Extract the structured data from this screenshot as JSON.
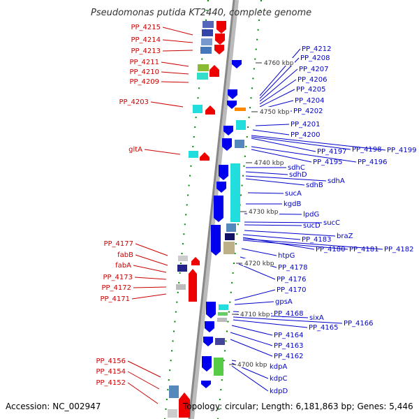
{
  "title": "Pseudomonas putida KT2440, complete genome",
  "footer": {
    "accession": "Accession: NC_002947",
    "topology": "Topology: circular; Length: 6,181,863 bp; Genes: 5,446"
  },
  "colors": {
    "left_label": "#cc0000",
    "right_label": "#0000cc",
    "backbone": "#888888",
    "forward_strand_arrow": "#0000ee",
    "reverse_strand_arrow": "#ee0000",
    "tick": "#008800"
  },
  "kbp_markers": [
    "4760 kbp",
    "4750 kbp",
    "4740 kbp",
    "4730 kbp",
    "4720 kbp",
    "4710 kbp",
    "4700 kbp"
  ],
  "left_labels": [
    "PP_4215",
    "PP_4214",
    "PP_4213",
    "PP_4211",
    "PP_4210",
    "PP_4209",
    "PP_4203",
    "gltA",
    "PP_4177",
    "fabB",
    "fabA",
    "PP_4173",
    "PP_4172",
    "PP_4171",
    "PP_4156",
    "PP_4154",
    "PP_4152"
  ],
  "right_labels": [
    "PP_4212",
    "PP_4208",
    "PP_4207",
    "PP_4206",
    "PP_4205",
    "PP_4204",
    "PP_4202",
    "PP_4201",
    "PP_4200",
    "PP_4197",
    "PP_4198",
    "PP_4199",
    "PP_4195",
    "PP_4196",
    "sdhC",
    "sdhD",
    "sdhA",
    "sdhB",
    "sucA",
    "kgdB",
    "lpdG",
    "sucC",
    "sucD",
    "braZ",
    "PP_4183",
    "PP_4181",
    "PP_4182",
    "PP_4180",
    "htpG",
    "PP_4178",
    "PP_4176",
    "PP_4170",
    "gpsA",
    "PP_4168",
    "sixA",
    "PP_4166",
    "PP_4165",
    "PP_4164",
    "PP_4163",
    "PP_4162",
    "kdpA",
    "kdpC",
    "kdpD"
  ]
}
